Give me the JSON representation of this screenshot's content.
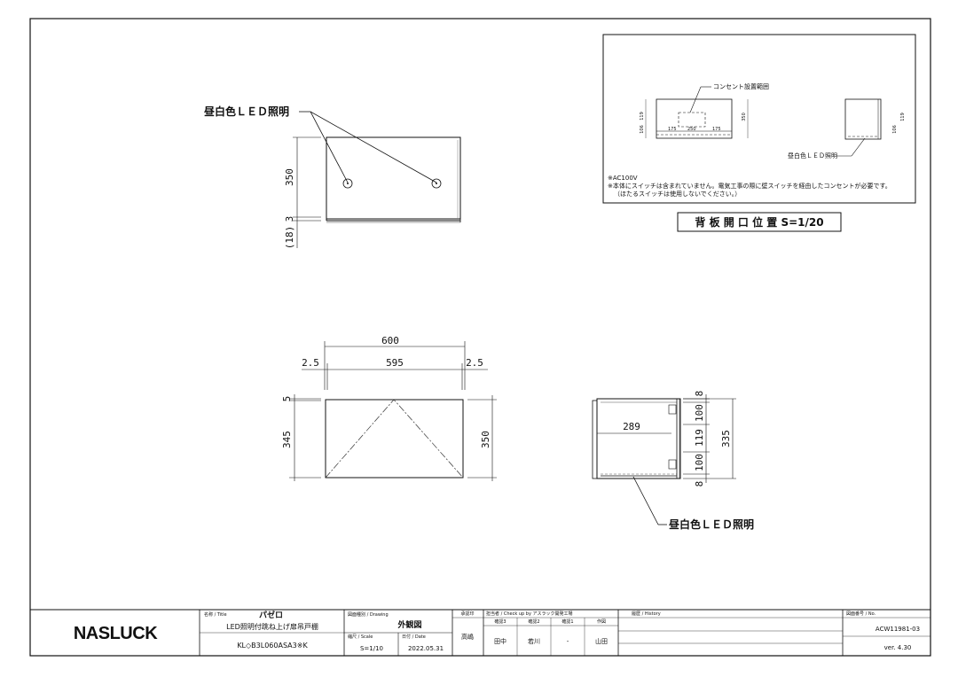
{
  "front_view": {
    "led_label": "昼白色ＬＥＤ照明",
    "dim_height": "350",
    "dim_gap": "3",
    "dim_bottom": "(18)"
  },
  "elevation_view": {
    "dim_total_width": "600",
    "dim_left_margin": "2.5",
    "dim_inner_width": "595",
    "dim_right_margin": "2.5",
    "dim_top": "5",
    "dim_inner_height": "345",
    "dim_outer_height": "350"
  },
  "side_view": {
    "dim_top": "8",
    "dim_upper": "100",
    "dim_middle": "119",
    "dim_lower": "100",
    "dim_bottom": "8",
    "dim_total": "335",
    "dim_depth": "289",
    "led_label": "昼白色ＬＥＤ照明"
  },
  "inset": {
    "outlet_label": "コンセント設置範囲",
    "dim_left": "175",
    "dim_center": "250",
    "dim_right": "175",
    "dim_height_a": "106",
    "dim_height_b": "119",
    "dim_height_c": "350",
    "dim_side_a": "106",
    "dim_side_b": "119",
    "led_label": "昼白色ＬＥＤ照明",
    "note_1": "※AC100V",
    "note_2": "※本体にスイッチは含まれていません。電気工事の際に壁スイッチを経由したコンセントが必要です。",
    "note_3": "（ほたるスイッチは使用しないでください。）",
    "caption": "背 板 開 口 位 置 S=1/20"
  },
  "title_block": {
    "logo": "NASLUCK",
    "name_label": "名称 / Title",
    "name_value": "パゼロ",
    "product": "LED照明付跳ね上げ扉吊戸棚",
    "model": "KL◇B3L060ASA3※K",
    "drawing_type_label": "図面種別 / Drawing",
    "drawing_type": "外観図",
    "scale_label": "縮尺 / Scale",
    "scale": "S=1/10",
    "date_label": "日付 / Date",
    "date": "2022.05.31",
    "approver_label": "承認印",
    "approver": "高嶋",
    "check_label": "担当者 / Check up by アスラック開発工場",
    "check_col_1": "確認3",
    "check_col_2": "確認2",
    "check_col_3": "確認1",
    "check_col_4": "作図",
    "check_val_1": "田中",
    "check_val_2": "若川",
    "check_val_3": "-",
    "check_val_4": "山田",
    "history_label": "履歴 / History",
    "no_label": "図面番号 / No.",
    "drawing_no": "ACW11981-03",
    "version": "ver. 4.30"
  }
}
